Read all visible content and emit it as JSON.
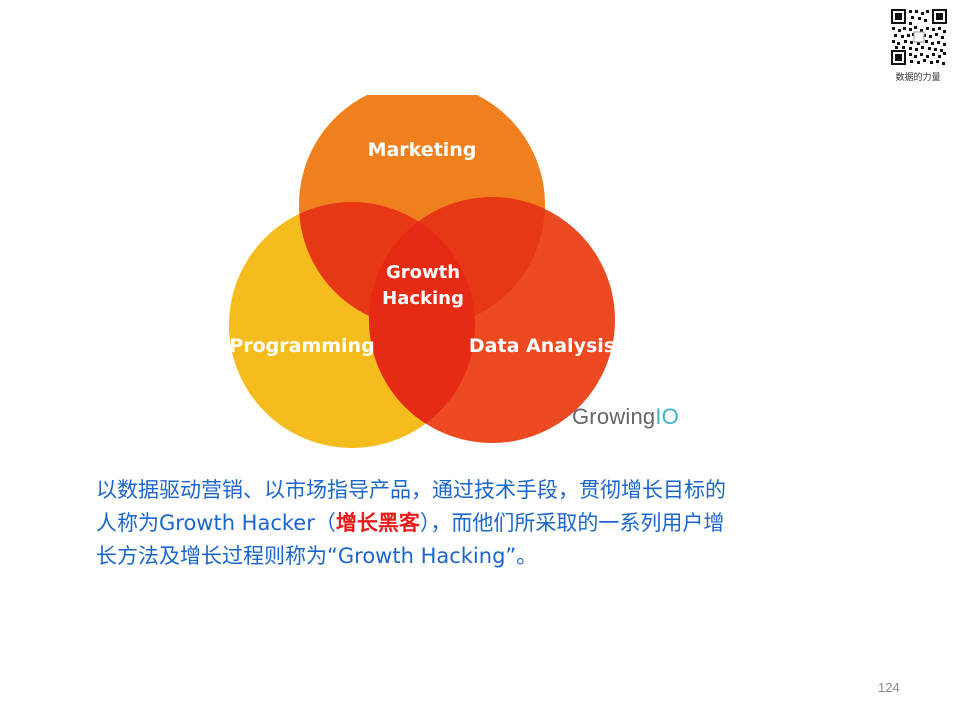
{
  "header": {
    "qr_caption": "数据的力量"
  },
  "venn": {
    "circles": [
      {
        "label": "Marketing",
        "color": "#f07f1e"
      },
      {
        "label": "Programming",
        "color": "#f4bc1c"
      },
      {
        "label": "Data Analysis",
        "color": "#ee4a22"
      }
    ],
    "center_line1": "Growth",
    "center_line2": "Hacking",
    "overlap_color": "#e52b14"
  },
  "brand": {
    "logo_text_main": "Growing",
    "logo_text_accent": "IO"
  },
  "caption": {
    "line1": "以数据驱动营销、以市场指导产品，通过技术手段，贯彻增长目标的",
    "line2_pre": "人称为Growth Hacker（",
    "line2_highlight": "增长黑客",
    "line2_post": "），而他们所采取的一系列用户增",
    "line3": "长方法及增长过程则称为“Growth Hacking”。"
  },
  "footer": {
    "page_number": "124"
  }
}
